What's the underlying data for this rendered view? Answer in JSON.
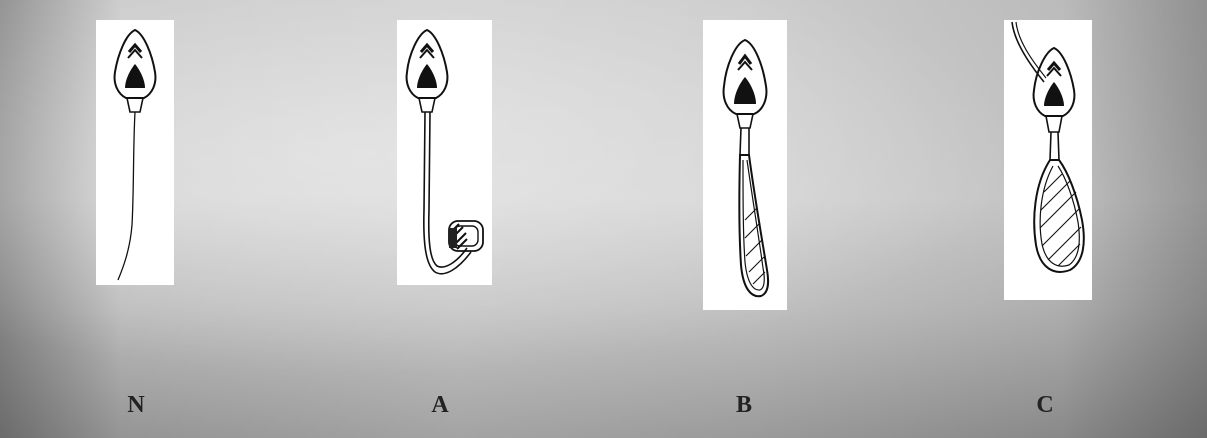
{
  "labels": {
    "n": "N",
    "a": "A",
    "b": "B",
    "c": "C"
  }
}
